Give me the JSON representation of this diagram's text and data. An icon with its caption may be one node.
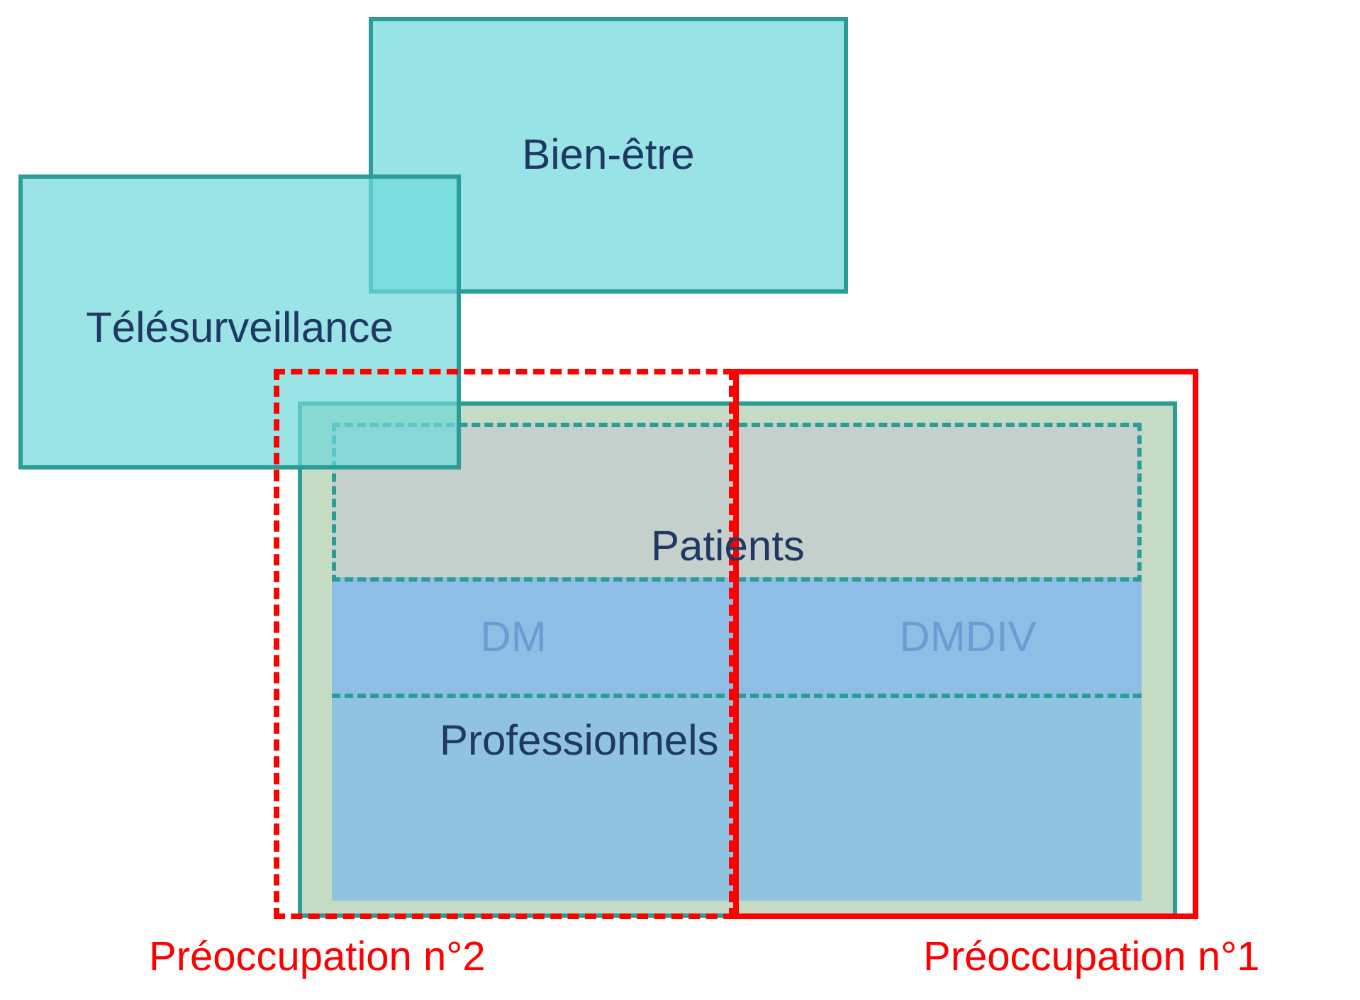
{
  "diagram": {
    "nodes": [
      {
        "text": [
          "Bien-être"
        ]
      },
      {
        "text": [
          "Télésurveillance"
        ]
      },
      {
        "text": [],
        "shape": "box"
      },
      {
        "text": [
          "Patients"
        ],
        "in": 2
      },
      {
        "text": [
          "Professionnels"
        ],
        "in": 3
      },
      {
        "text": [
          "DM"
        ],
        "in": 3
      },
      {
        "text": [
          "DMDIV"
        ],
        "in": 3
      }
    ],
    "labels": [
      "Préoccupation n°2",
      "Préoccupation n°1"
    ]
  }
}
